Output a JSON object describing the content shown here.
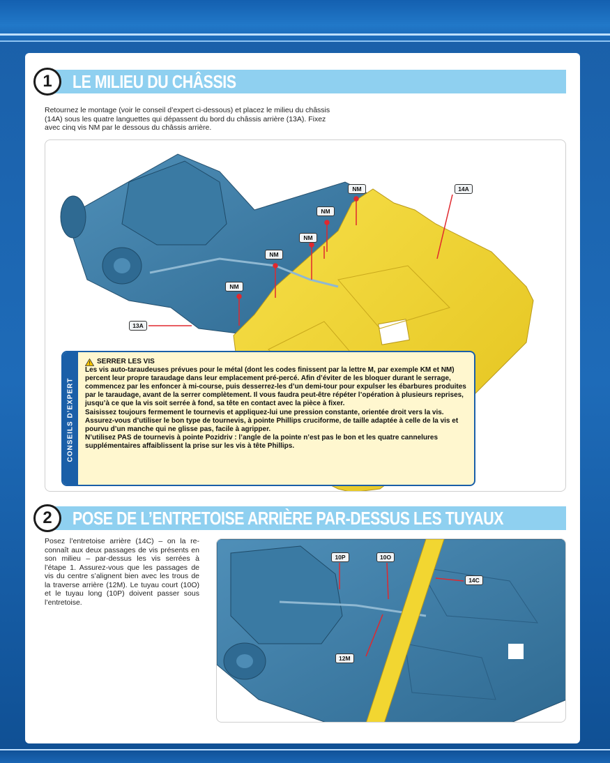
{
  "step1": {
    "number": "1",
    "title": "LE MILIEU DU CHÂSSIS",
    "intro": "Retournez le montage (voir le conseil d’expert ci-dessous) et placez le milieu du châssis (14A) sous les quatre languettes qui dépassent du bord du châssis arrière (13A). Fixez avec cinq vis NM par le dessous du châssis arrière.",
    "callouts": {
      "nm": "NM",
      "part_14a": "14A",
      "part_13a": "13A"
    }
  },
  "tip": {
    "side_label": "CONSEILS D’EXPERT",
    "title": "SERRER LES VIS",
    "paragraph1": "Les vis auto-taraudeuses prévues pour le métal (dont les codes finissent par la lettre M, par exemple KM et NM) percent leur propre taraudage dans leur emplacement pré-percé. Afin d’éviter de les bloquer durant le serrage, commencez par les enfoncer à mi-course, puis desserrez-les d’un demi-tour pour expulser les ébarbures produites par le taraudage, avant de la serrer complètement. Il vous faudra peut-être répéter l’opération à plusieurs reprises, jusqu’à ce que la vis soit serrée à fond, sa tête en contact avec la pièce à fixer.",
    "paragraph2": "Saisissez toujours fermement le tournevis et appliquez-lui une pression constante, orientée droit vers la vis. Assurez-vous d’utiliser le bon type de tournevis, à pointe Phillips cruciforme, de taille adaptée à celle de la vis et pourvu d’un manche qui ne glisse pas, facile à agripper.",
    "paragraph3": "N’utilisez PAS de tournevis à pointe Pozidriv : l’angle de la pointe n’est pas le bon et les quatre cannelures supplémentaires affaiblissent la prise sur les vis à tête Phillips."
  },
  "step2": {
    "number": "2",
    "title": "POSE DE L’ENTRETOISE ARRIÈRE PAR-DESSUS LES TUYAUX",
    "intro": "Posez l’entretoise arrière (14C) – on la re-connaît aux deux passages de vis présents en son milieu – par-dessus les vis serrées à l’étape 1. Assurez-vous que les passages de vis du centre s’alignent bien avec les trous de la traverse arrière (12M). Le tuyau court (10O) et le tuyau long (10P) doivent passer sous l’entretoise.",
    "callouts": {
      "part_10p": "10P",
      "part_10o": "10O",
      "part_14c": "14C",
      "part_12m": "12M"
    }
  },
  "colors": {
    "chassis_blue": "#3f7fa8",
    "frame_yellow": "#f2d631",
    "step_bar": "#8fd0f0",
    "arrow_red": "#e0282e",
    "tip_background": "#fff7cf",
    "tip_border": "#1a5fa8"
  }
}
